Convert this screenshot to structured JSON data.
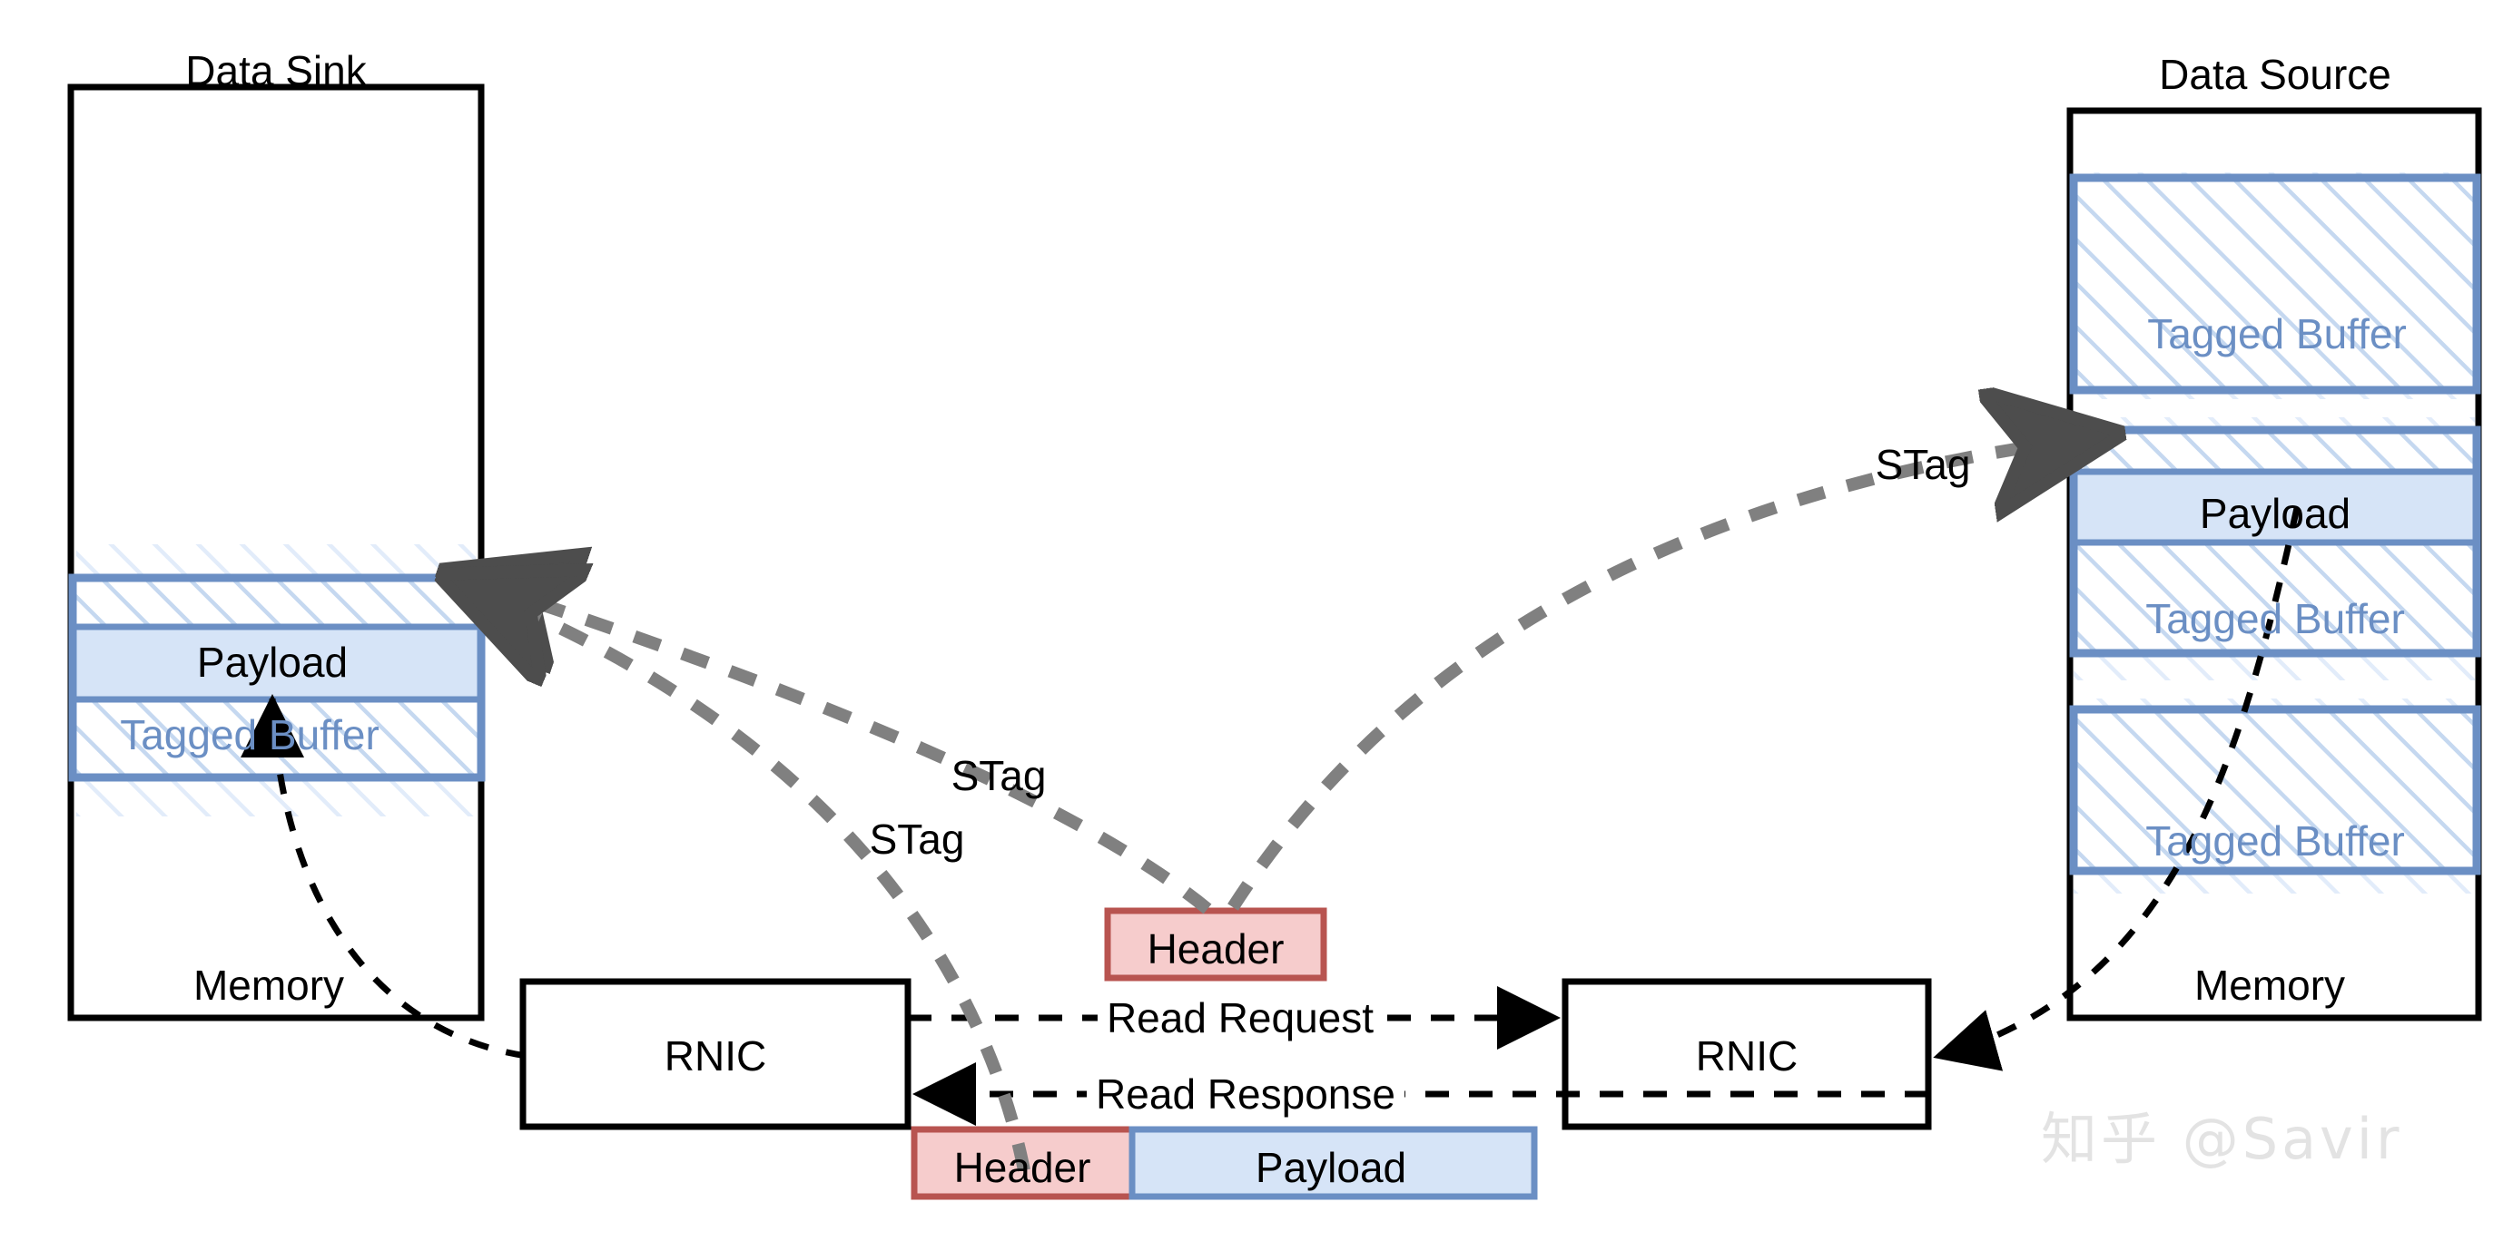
{
  "diagram": {
    "title_left": "Data Sink",
    "title_right": "Data Source",
    "watermark": "知乎 @Savir"
  },
  "colors": {
    "buffer_stroke": "#6b8fc4",
    "buffer_fill_payload": "#d6e4f7",
    "hatch": "#c5d8f0",
    "header_fill": "#f6cccc",
    "header_stroke": "#b85450",
    "payload_fill": "#d6e4f7",
    "payload_stroke": "#6b8fc4",
    "stag_arrow": "#808080",
    "box_stroke": "#000000",
    "tagged_text": "#6b8fc4"
  },
  "data_sink": {
    "label": "Data Sink",
    "memory_label": "Memory",
    "buffer": {
      "payload_label": "Payload",
      "tagged_buffer_label": "Tagged Buffer"
    }
  },
  "data_source": {
    "label": "Data Source",
    "memory_label": "Memory",
    "blocks": [
      {
        "kind": "tagged-buffer",
        "label": "Tagged Buffer"
      },
      {
        "kind": "payload-buffer",
        "payload_label": "Payload",
        "label": "Tagged Buffer"
      },
      {
        "kind": "tagged-buffer",
        "label": "Tagged Buffer"
      }
    ]
  },
  "nodes": {
    "rnic_left": "RNIC",
    "rnic_right": "RNIC"
  },
  "flows": {
    "read_request": "Read Request",
    "read_response": "Read Response"
  },
  "packets": {
    "request_packet": {
      "header": "Header"
    },
    "response_packet": {
      "header": "Header",
      "payload": "Payload"
    }
  },
  "stag_labels": {
    "to_source": "STag",
    "to_sink_upper": "STag",
    "to_sink_lower": "STag"
  }
}
